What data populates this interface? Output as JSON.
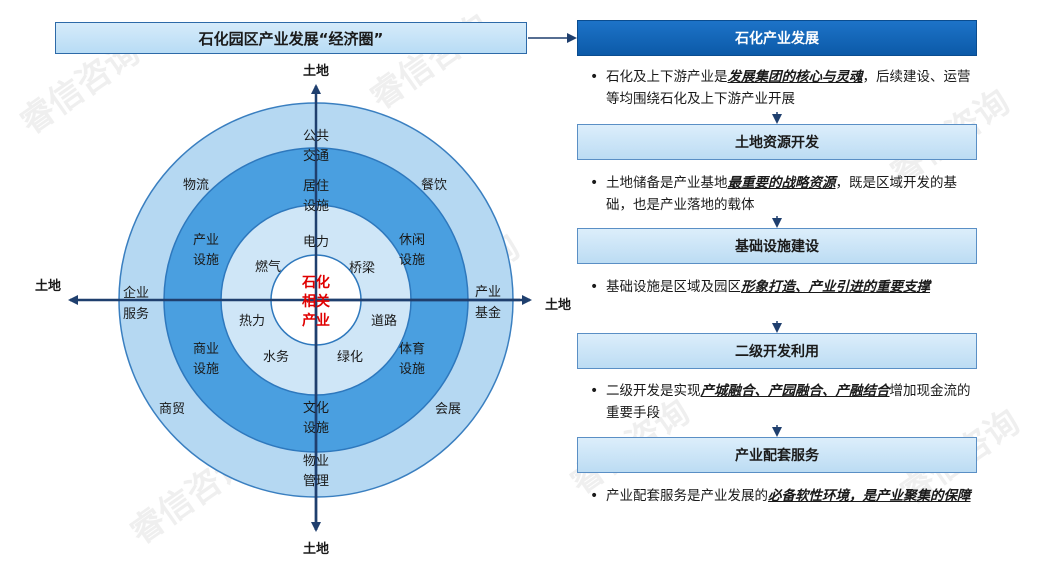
{
  "title": "石化园区产业发展“经济圈”",
  "axis": {
    "top": "土地",
    "bottom": "土地",
    "left": "土地",
    "right": "土地"
  },
  "core": [
    "石化",
    "相关",
    "产业"
  ],
  "inner_ring": [
    "电力",
    "桥梁",
    "道路",
    "绿化",
    "水务",
    "热力",
    "燃气"
  ],
  "middle_ring": {
    "top": [
      "居住",
      "设施"
    ],
    "upper_right": [
      "休闲",
      "设施"
    ],
    "lower_right": [
      "体育",
      "设施"
    ],
    "bottom": [
      "文化",
      "设施"
    ],
    "lower_left": [
      "商业",
      "设施"
    ],
    "upper_left": [
      "产业",
      "设施"
    ]
  },
  "outer_ring": {
    "top": [
      "公共",
      "交通"
    ],
    "upper_right": "餐饮",
    "right": [
      "产业",
      "基金"
    ],
    "lower_right": "会展",
    "bottom": [
      "物业",
      "管理"
    ],
    "lower_left": "商贸",
    "left": [
      "企业",
      "服务"
    ],
    "upper_left": "物流"
  },
  "sections": [
    {
      "head": "石化产业发展",
      "primary": true,
      "text_pre": "石化及上下游产业是",
      "text_em": "发展集团的核心与灵魂",
      "text_post": "，后续建设、运营等均围绕石化及上下游产业开展"
    },
    {
      "head": "土地资源开发",
      "primary": false,
      "text_pre": "土地储备是产业基地",
      "text_em": "最重要的战略资源",
      "text_post": "，既是区域开发的基础，也是产业落地的载体"
    },
    {
      "head": "基础设施建设",
      "primary": false,
      "text_pre": "基础设施是区域及园区",
      "text_em": "形象打造、产业引进的重要支撑",
      "text_post": ""
    },
    {
      "head": "二级开发利用",
      "primary": false,
      "text_pre": "二级开发是实现",
      "text_em": "产城融合、产园融合、产融结合",
      "text_post": "增加现金流的重要手段"
    },
    {
      "head": "产业配套服务",
      "primary": false,
      "text_pre": "产业配套服务是产业发展的",
      "text_em": "必备软性环境，是产业聚集的保障",
      "text_post": ""
    }
  ],
  "watermark": "睿信咨询",
  "colors": {
    "outer": "#b5d8f2",
    "middle": "#4a9fe0",
    "inner": "#cfe6f7",
    "core": "#ffffff",
    "axis": "#1f3f6e",
    "accent": "#0c5aa8"
  }
}
